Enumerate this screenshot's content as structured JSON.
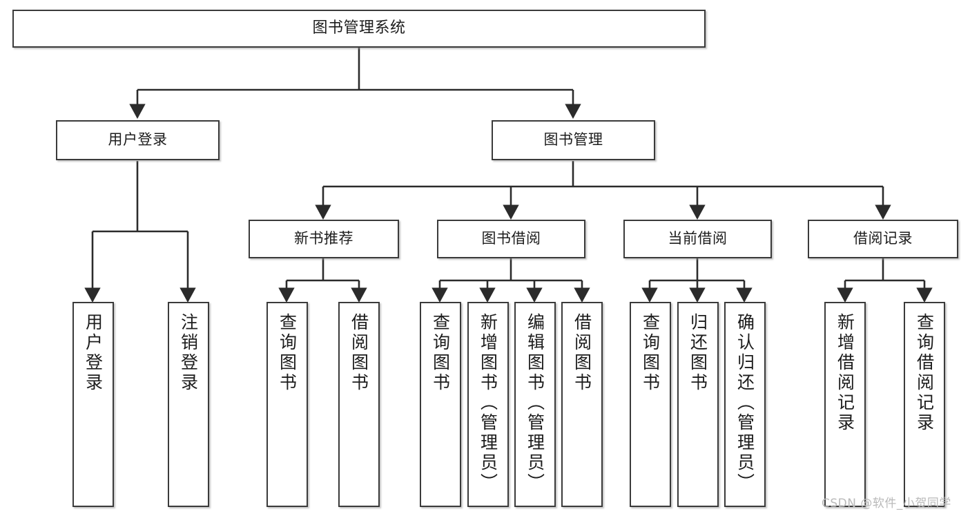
{
  "diagram": {
    "title": "图书管理系统",
    "type": "tree-hierarchy-diagram",
    "watermark": "CSDN @软件_小贺同学",
    "colors": {
      "background": "#ffffff",
      "box_border": "#3a3a3a",
      "box_fill": "#ffffff",
      "edge": "#2b2b2b",
      "text": "#1c1c1c",
      "watermark": "#b9b9b9"
    },
    "nodes": {
      "root": {
        "label": "图书管理系统"
      },
      "level2": [
        {
          "id": "user-login",
          "label": "用户登录"
        },
        {
          "id": "book-manage",
          "label": "图书管理"
        }
      ],
      "level3": [
        {
          "id": "new-book-rec",
          "label": "新书推荐"
        },
        {
          "id": "book-borrow",
          "label": "图书借阅"
        },
        {
          "id": "current-borrow",
          "label": "当前借阅"
        },
        {
          "id": "borrow-record",
          "label": "借阅记录"
        }
      ],
      "leaves": {
        "user_login": [
          {
            "id": "leaf-user-login",
            "label": "用户登录"
          },
          {
            "id": "leaf-logout",
            "label": "注销登录"
          }
        ],
        "new_book_rec": [
          {
            "id": "leaf-query-book-1",
            "label": "查询图书"
          },
          {
            "id": "leaf-borrow-book-1",
            "label": "借阅图书"
          }
        ],
        "book_borrow": [
          {
            "id": "leaf-query-book-2",
            "label": "查询图书"
          },
          {
            "id": "leaf-add-book",
            "label": "新增图书（管理员）"
          },
          {
            "id": "leaf-edit-book",
            "label": "编辑图书（管理员）"
          },
          {
            "id": "leaf-borrow-book-2",
            "label": "借阅图书"
          }
        ],
        "current_borrow": [
          {
            "id": "leaf-query-book-3",
            "label": "查询图书"
          },
          {
            "id": "leaf-return-book",
            "label": "归还图书"
          },
          {
            "id": "leaf-confirm-return",
            "label": "确认归还（管理员）"
          }
        ],
        "borrow_record": [
          {
            "id": "leaf-add-record",
            "label": "新增借阅记录"
          },
          {
            "id": "leaf-query-record",
            "label": "查询借阅记录"
          }
        ]
      }
    }
  }
}
